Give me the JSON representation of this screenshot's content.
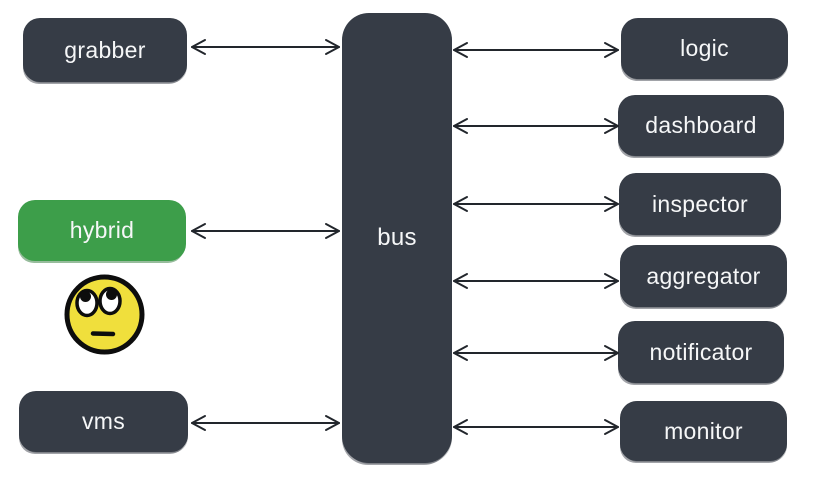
{
  "diagram": {
    "bus": {
      "id": "bus",
      "label": "bus"
    },
    "left_nodes": [
      {
        "id": "grabber",
        "label": "grabber",
        "variant": "dark"
      },
      {
        "id": "hybrid",
        "label": "hybrid",
        "variant": "green"
      },
      {
        "id": "vms",
        "label": "vms",
        "variant": "dark"
      }
    ],
    "right_nodes": [
      {
        "id": "logic",
        "label": "logic",
        "variant": "dark"
      },
      {
        "id": "dashboard",
        "label": "dashboard",
        "variant": "dark"
      },
      {
        "id": "inspector",
        "label": "inspector",
        "variant": "dark"
      },
      {
        "id": "aggregator",
        "label": "aggregator",
        "variant": "dark"
      },
      {
        "id": "notificator",
        "label": "notificator",
        "variant": "dark"
      },
      {
        "id": "monitor",
        "label": "monitor",
        "variant": "dark"
      }
    ],
    "connections": [
      {
        "from": "grabber",
        "to": "bus",
        "style": "double-arrow"
      },
      {
        "from": "hybrid",
        "to": "bus",
        "style": "double-arrow"
      },
      {
        "from": "vms",
        "to": "bus",
        "style": "double-arrow"
      },
      {
        "from": "bus",
        "to": "logic",
        "style": "double-arrow"
      },
      {
        "from": "bus",
        "to": "dashboard",
        "style": "double-arrow"
      },
      {
        "from": "bus",
        "to": "inspector",
        "style": "double-arrow"
      },
      {
        "from": "bus",
        "to": "aggregator",
        "style": "double-arrow"
      },
      {
        "from": "bus",
        "to": "notificator",
        "style": "double-arrow"
      },
      {
        "from": "bus",
        "to": "monitor",
        "style": "double-arrow"
      }
    ],
    "emoji": {
      "name": "face-with-rolling-eyes"
    },
    "colors": {
      "node_dark": "#363C46",
      "node_green": "#3D9E4A",
      "node_text": "#F6F7F8",
      "arrow": "#22262C",
      "background": "#FFFFFF",
      "emoji_yellow": "#F0DF3C",
      "emoji_outline": "#0D0D0D"
    }
  }
}
